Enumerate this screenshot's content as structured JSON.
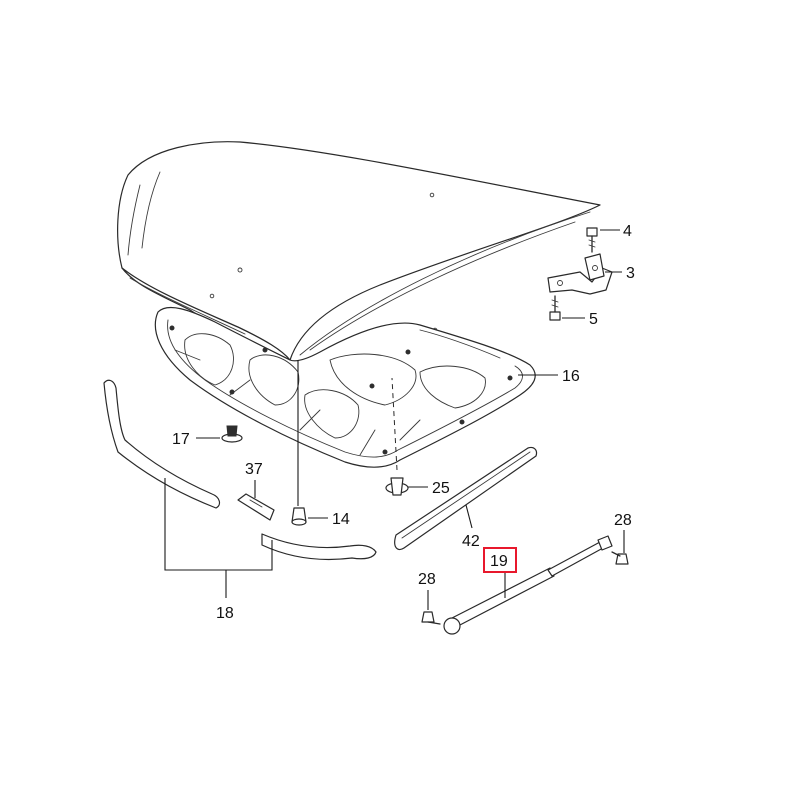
{
  "diagram": {
    "highlight_color": "#e8182c",
    "callouts": [
      {
        "id": "4",
        "label": "4"
      },
      {
        "id": "3",
        "label": "3"
      },
      {
        "id": "5",
        "label": "5"
      },
      {
        "id": "16",
        "label": "16"
      },
      {
        "id": "17",
        "label": "17"
      },
      {
        "id": "37",
        "label": "37"
      },
      {
        "id": "25",
        "label": "25"
      },
      {
        "id": "14",
        "label": "14"
      },
      {
        "id": "28a",
        "label": "28"
      },
      {
        "id": "42",
        "label": "42"
      },
      {
        "id": "19",
        "label": "19",
        "highlighted": true
      },
      {
        "id": "28b",
        "label": "28"
      },
      {
        "id": "18",
        "label": "18"
      }
    ]
  }
}
